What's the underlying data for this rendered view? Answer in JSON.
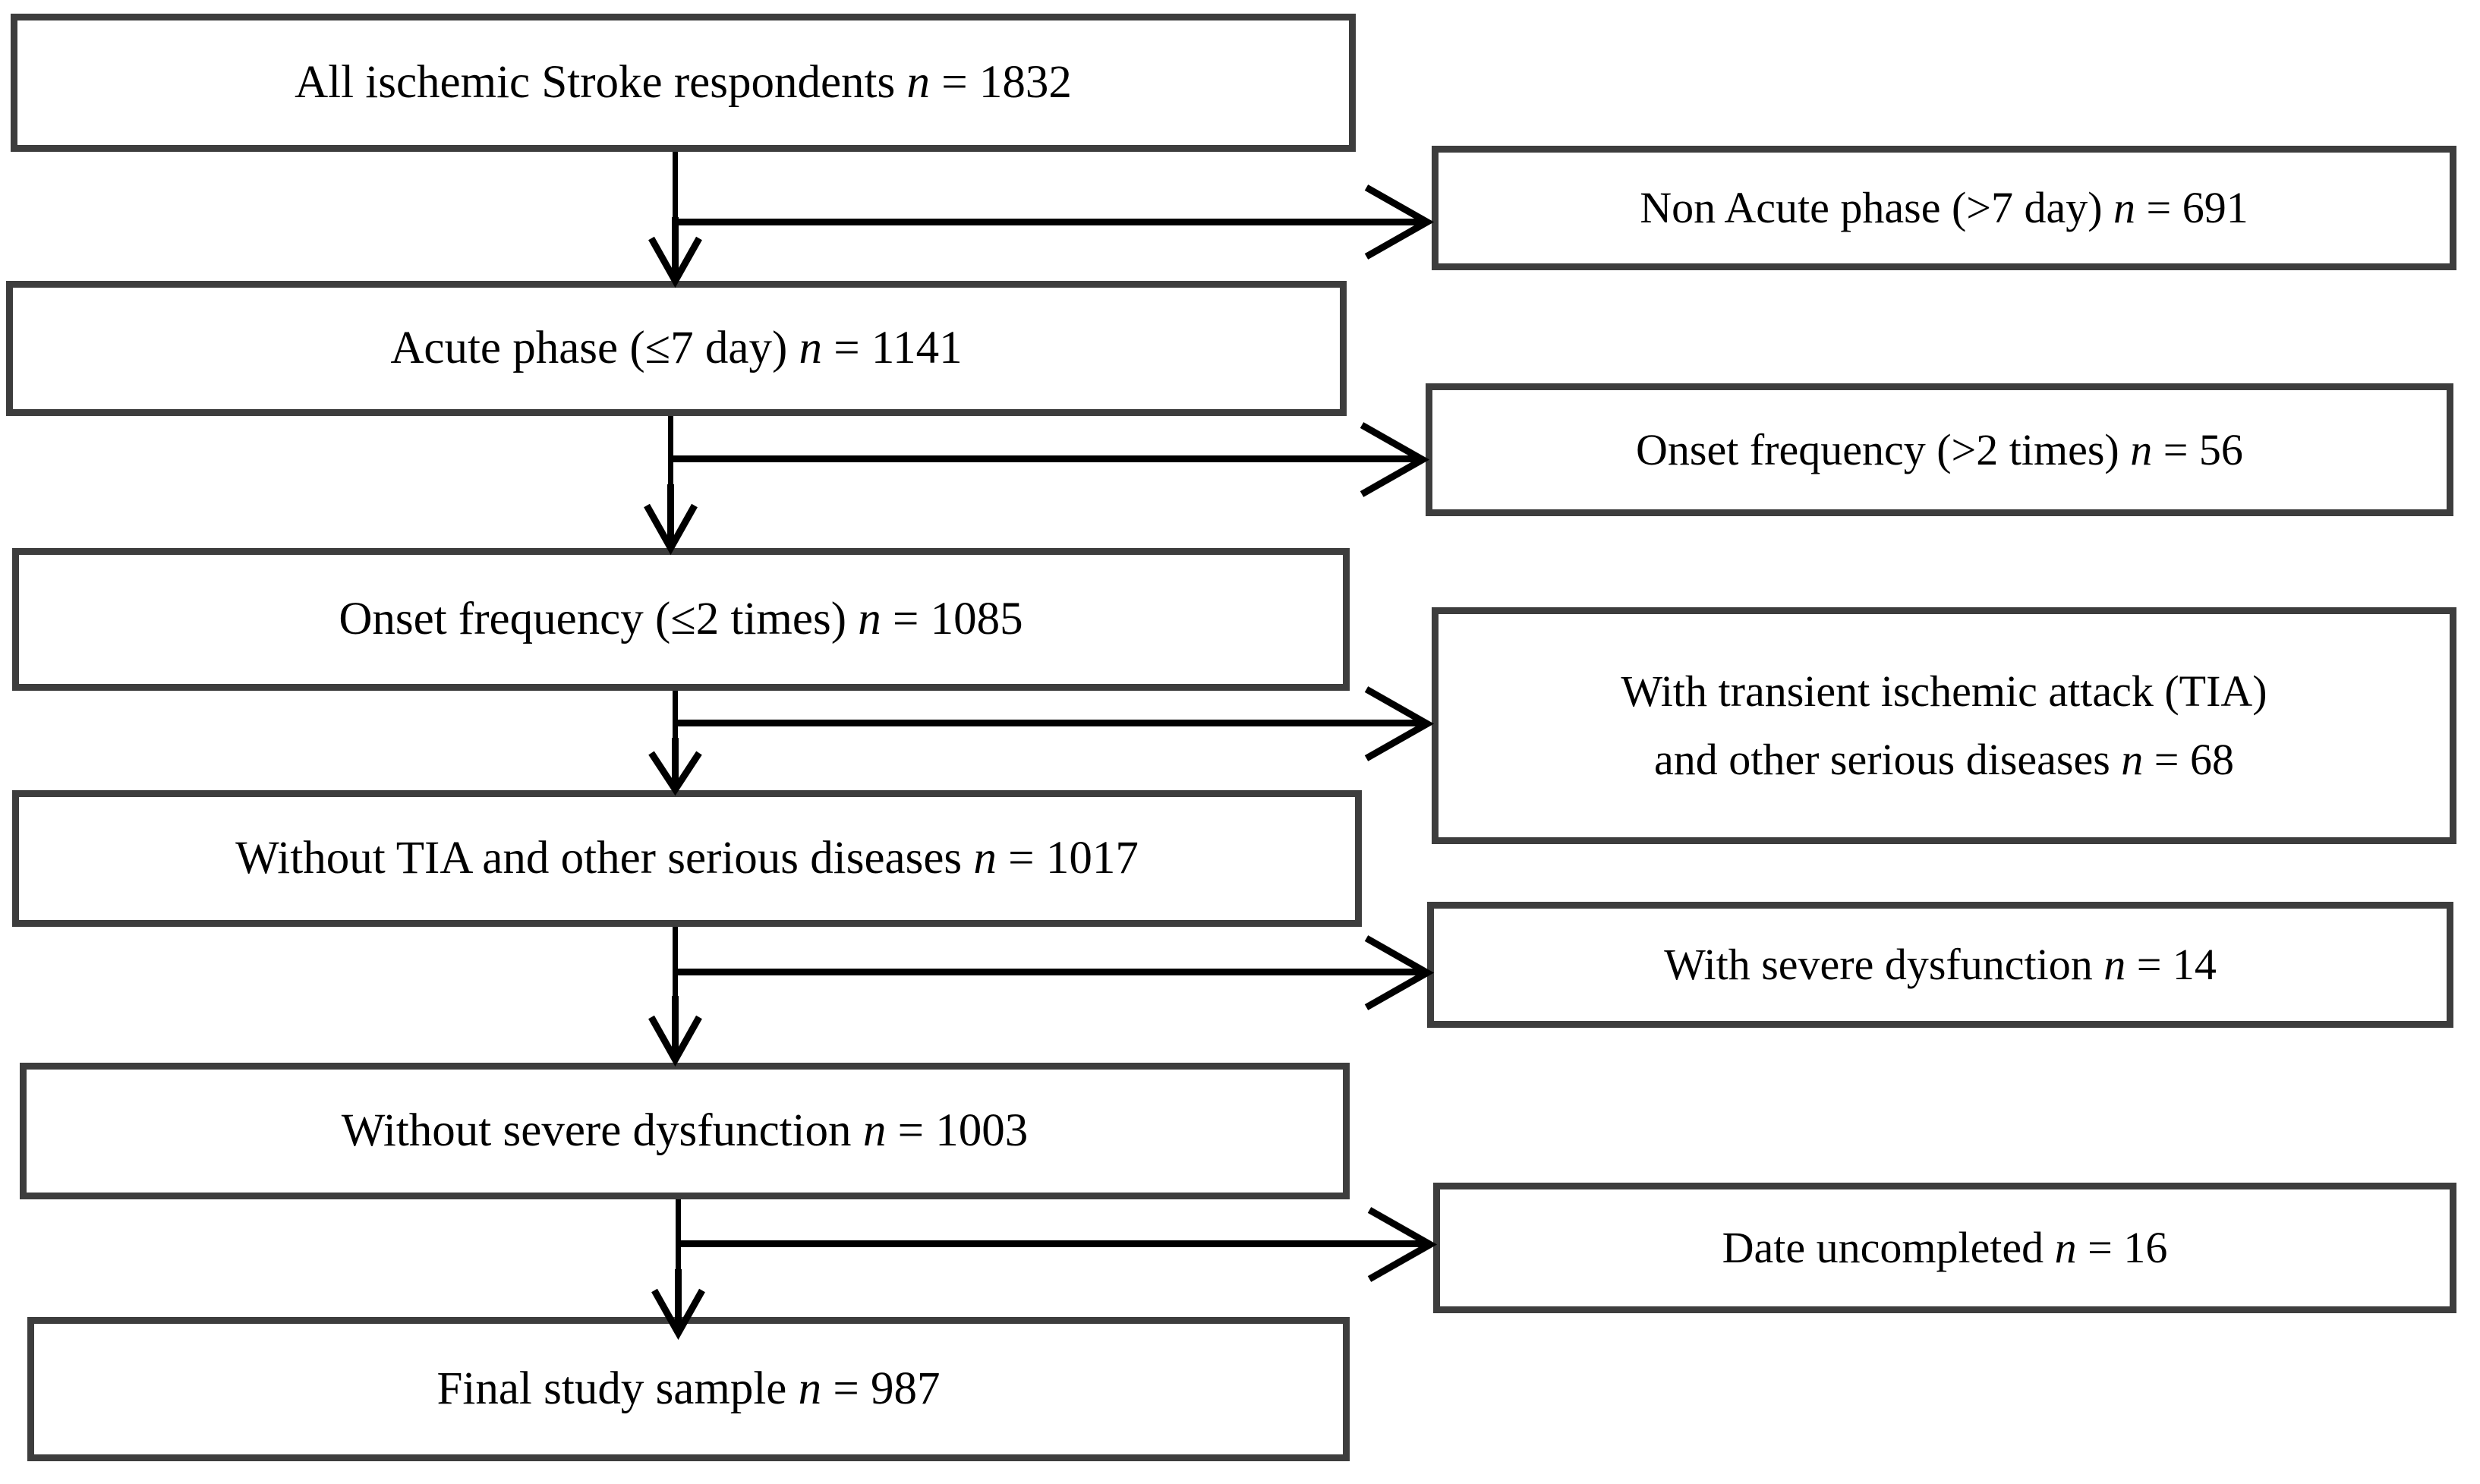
{
  "figure": {
    "type": "flowchart",
    "title": "Study participant selection flow diagram",
    "style": {
      "box_border_color": "#3d3d3d",
      "box_fill_color": "#ffffff",
      "connector_color": "#000000",
      "text_color": "#000000"
    }
  },
  "main_flow": [
    {
      "id": "all-respondents",
      "lines": [
        "All ischemic Stroke respondents "
      ],
      "n_label": "n",
      "n_value": "= 1832",
      "full_text": "All ischemic Stroke respondents n = 1832"
    },
    {
      "id": "acute-phase",
      "lines": [
        "Acute phase (≤7 day) "
      ],
      "n_label": "n",
      "n_value": "= 1141",
      "full_text": "Acute phase (≤7 day) n = 1141"
    },
    {
      "id": "onset-frequency",
      "lines": [
        "Onset frequency (≤2 times) "
      ],
      "n_label": "n",
      "n_value": "= 1085",
      "full_text": "Onset frequency (≤2 times) n = 1085"
    },
    {
      "id": "without-tia",
      "lines": [
        "Without TIA and other serious diseases "
      ],
      "n_label": "n",
      "n_value": "= 1017",
      "full_text": "Without TIA and other serious diseases n = 1017"
    },
    {
      "id": "without-severe-dysfunction",
      "lines": [
        "Without severe dysfunction "
      ],
      "n_label": "n",
      "n_value": "= 1003",
      "full_text": "Without severe dysfunction n = 1003"
    },
    {
      "id": "final-sample",
      "lines": [
        "Final study sample "
      ],
      "n_label": "n",
      "n_value": "= 987",
      "full_text": "Final study sample n = 987"
    }
  ],
  "exclusions": [
    {
      "id": "non-acute-phase",
      "lines": [
        "Non Acute phase (>7 day) "
      ],
      "n_label": "n",
      "n_value": "= 691",
      "full_text": "Non Acute phase (>7 day) n = 691"
    },
    {
      "id": "onset-frequency-excluded",
      "lines": [
        "Onset frequency (>2 times) "
      ],
      "n_label": "n",
      "n_value": "= 56",
      "full_text": "Onset frequency (>2 times) n = 56"
    },
    {
      "id": "with-tia",
      "line1": "With transient ischemic attack (TIA)",
      "line2_prefix": "and other serious diseases ",
      "n_label": "n",
      "n_value": "= 68",
      "full_text": "With transient ischemic attack (TIA) and other serious diseases n = 68"
    },
    {
      "id": "with-severe-dysfunction",
      "lines": [
        "With severe dysfunction "
      ],
      "n_label": "n",
      "n_value": "= 14",
      "full_text": "With severe dysfunction n = 14"
    },
    {
      "id": "date-uncompleted",
      "lines": [
        "Date uncompleted "
      ],
      "n_label": "n",
      "n_value": "= 16",
      "full_text": "Date uncompleted n = 16"
    }
  ]
}
